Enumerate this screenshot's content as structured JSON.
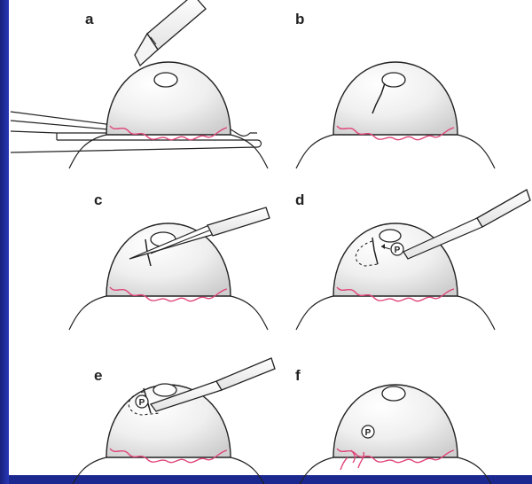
{
  "panels": [
    {
      "id": "a",
      "label": "a"
    },
    {
      "id": "b",
      "label": "b"
    },
    {
      "id": "c",
      "label": "c"
    },
    {
      "id": "d",
      "label": "d"
    },
    {
      "id": "e",
      "label": "e"
    },
    {
      "id": "f",
      "label": "f"
    }
  ],
  "marker_label": "P",
  "colors": {
    "background": "#1e2b96",
    "panel": "#ffffff",
    "outline": "#222222",
    "vessel": "#e0457a",
    "dome_fill": "#ececec"
  }
}
